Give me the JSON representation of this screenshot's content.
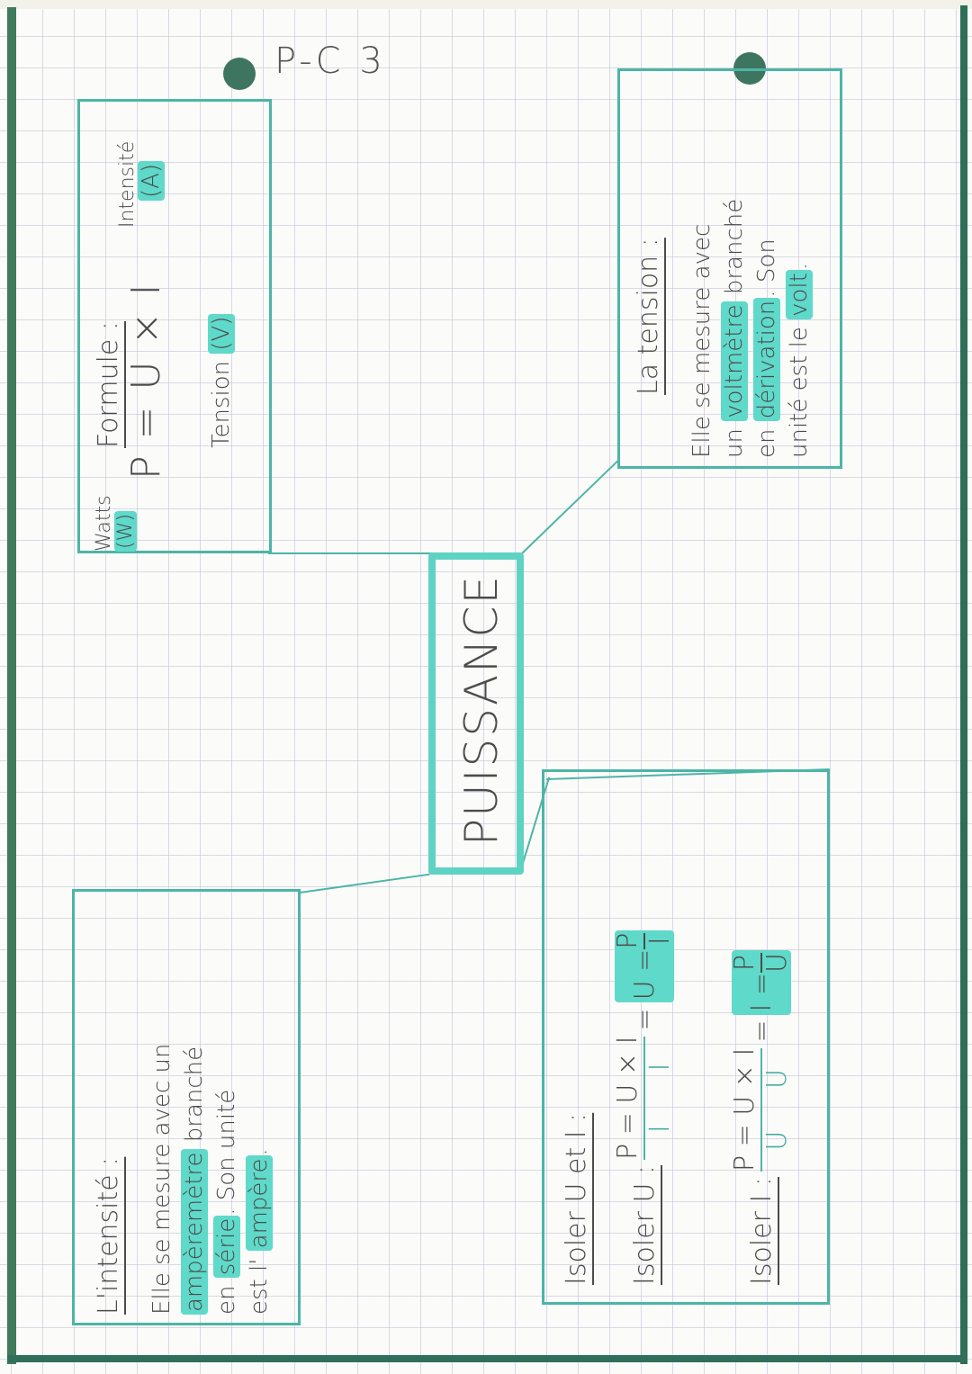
{
  "page": {
    "code": "P-C 3",
    "colors": {
      "box_border": "#4cb5a6",
      "center_border": "#5ed3c3",
      "highlight": "#5fd9c9",
      "ink": "#4b4b4b",
      "paper": "#fbfbf9",
      "grid": "#c0c0d6",
      "edge": "#3f7a5a"
    }
  },
  "center": {
    "title": "PUISSANCE"
  },
  "formula_box": {
    "title": "Formule :",
    "equation": "P = U × I",
    "label_p": "Watts",
    "unit_p": "(W)",
    "label_i": "Intensité",
    "unit_i": "(A)",
    "label_u": "Tension",
    "unit_u": "(V)"
  },
  "tension_box": {
    "title": "La tension :",
    "lines": [
      {
        "parts": [
          {
            "text": "Elle se mesure avec",
            "hl": false
          }
        ]
      },
      {
        "parts": [
          {
            "text": "un ",
            "hl": false
          },
          {
            "text": "voltmètre",
            "hl": true
          },
          {
            "text": " branché",
            "hl": false
          }
        ]
      },
      {
        "parts": [
          {
            "text": "en ",
            "hl": false
          },
          {
            "text": "dérivation",
            "hl": true
          },
          {
            "text": ". Son",
            "hl": false
          }
        ]
      },
      {
        "parts": [
          {
            "text": "unité est le ",
            "hl": false
          },
          {
            "text": "volt",
            "hl": true
          },
          {
            "text": ".",
            "hl": false
          }
        ]
      }
    ]
  },
  "intensite_box": {
    "title": "L'intensité :",
    "lines": [
      {
        "parts": [
          {
            "text": "Elle se mesure avec un",
            "hl": false
          }
        ]
      },
      {
        "parts": [
          {
            "text": "ampèremètre",
            "hl": true
          },
          {
            "text": " branché",
            "hl": false
          }
        ]
      },
      {
        "parts": [
          {
            "text": "en ",
            "hl": false
          },
          {
            "text": "série",
            "hl": true
          },
          {
            "text": ". Son unité",
            "hl": false
          }
        ]
      },
      {
        "parts": [
          {
            "text": "est l' ",
            "hl": false
          },
          {
            "text": "ampère",
            "hl": true
          },
          {
            "text": ".",
            "hl": false
          }
        ]
      }
    ]
  },
  "isoler_box": {
    "title": "Isoler U et I :",
    "row_u": {
      "label": "Isoler U :",
      "lhs": "P = U × I",
      "den": "I",
      "den2": "I",
      "result": "U = ",
      "res_num": "P",
      "res_den": "I"
    },
    "row_i": {
      "label": "Isoler I :",
      "lhs": "P = U × I",
      "den": "U",
      "den2": "U",
      "result": "I = ",
      "res_num": "P",
      "res_den": "U"
    }
  }
}
